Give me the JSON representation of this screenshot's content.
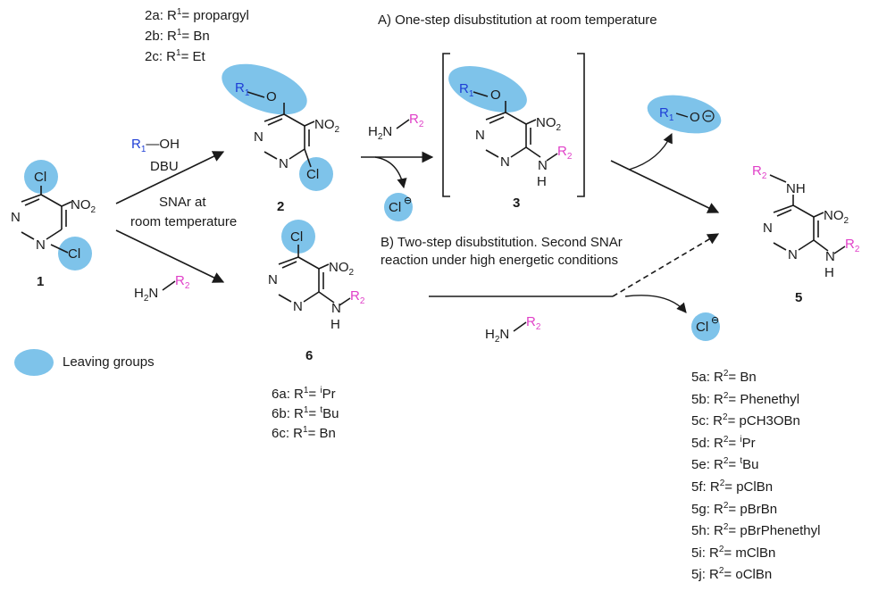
{
  "step_a_title": "A) One-step disubstitution at room temperature",
  "step_b_title_1": "B) Two-step disubstitution. Second SNAr",
  "step_b_title_2": "reaction under high energetic conditions",
  "legend_label": "Leaving groups",
  "reagent_alcohol": "R1—OH",
  "reagent_base": "DBU",
  "condition_1": "SNAr at",
  "condition_2": "room temperature",
  "compounds": {
    "c1": "1",
    "c2": "2",
    "c3": "3",
    "c5": "5",
    "c6": "6"
  },
  "list_2": [
    {
      "id": "2a",
      "r": "propargyl"
    },
    {
      "id": "2b",
      "r": "Bn"
    },
    {
      "id": "2c",
      "r": "Et"
    }
  ],
  "list_6": [
    {
      "id": "6a",
      "r": "Pr",
      "sup": "i"
    },
    {
      "id": "6b",
      "r": "Bu",
      "sup": "t"
    },
    {
      "id": "6c",
      "r": "Bn",
      "sup": ""
    }
  ],
  "list_5": [
    {
      "id": "5a",
      "r": "Bn"
    },
    {
      "id": "5b",
      "r": "Phenethyl"
    },
    {
      "id": "5c",
      "r": "pCH3OBn"
    },
    {
      "id": "5d",
      "r": "Pr",
      "sup": "i"
    },
    {
      "id": "5e",
      "r": "Bu",
      "sup": "t"
    },
    {
      "id": "5f",
      "r": "pClBn"
    },
    {
      "id": "5g",
      "r": "pBrBn"
    },
    {
      "id": "5h",
      "r": "pBrPhenethyl"
    },
    {
      "id": "5i",
      "r": "mClBn"
    },
    {
      "id": "5j",
      "r": "oClBn"
    }
  ],
  "colors": {
    "leaving_group": "#7ec3ea",
    "r1": "#1f3fd6",
    "r2": "#e040c8",
    "line": "#1a1a1a"
  }
}
